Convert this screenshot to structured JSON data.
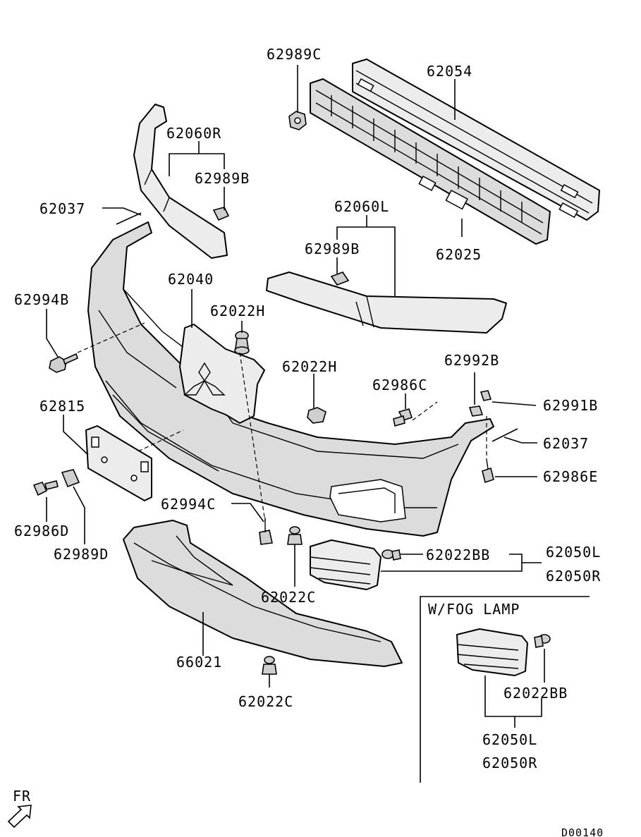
{
  "diagram": {
    "drawing_code": "D00140",
    "direction_label": "FR",
    "inset_title": "W/FOG LAMP",
    "labels": {
      "p62989C": "62989C",
      "p62054": "62054",
      "p62060R": "62060R",
      "p62989B_top": "62989B",
      "p62037_left": "62037",
      "p62060L": "62060L",
      "p62989B_mid": "62989B",
      "p62025": "62025",
      "p62040": "62040",
      "p62994B": "62994B",
      "p62022H_a": "62022H",
      "p62022H_b": "62022H",
      "p62992B": "62992B",
      "p62986C": "62986C",
      "p62991B": "62991B",
      "p62815": "62815",
      "p62037_right": "62037",
      "p62986E": "62986E",
      "p62994C": "62994C",
      "p62986D": "62986D",
      "p62989D": "62989D",
      "p62022BB": "62022BB",
      "p62050L": "62050L",
      "p62050R": "62050R",
      "p62022C_mid": "62022C",
      "p66021": "66021",
      "p62022C_bottom": "62022C",
      "inset_62022BB": "62022BB",
      "inset_62050L": "62050L",
      "inset_62050R": "62050R"
    }
  }
}
